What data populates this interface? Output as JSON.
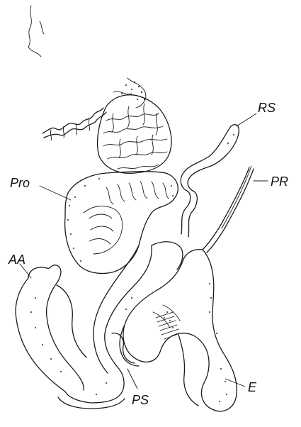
{
  "figure": {
    "labels": {
      "rs": "RS",
      "pr": "PR",
      "pro": "Pro",
      "aa": "AA",
      "ps": "PS",
      "e": "E"
    }
  }
}
